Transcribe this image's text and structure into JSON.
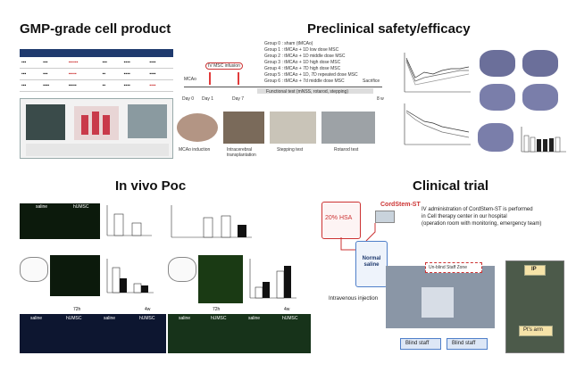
{
  "sections": {
    "gmp_title": "GMP-grade cell product",
    "preclinical_title": "Preclinical safety/efficacy",
    "invivo_title": "In vivo Poc",
    "clinical_title": "Clinical trial"
  },
  "preclinical": {
    "groups": [
      "Group 0 : sham (tMCAo)",
      "Group 1 : tMCAo + 1D low dose MSC",
      "Group 2 : tMCAo + 1D middle dose MSC",
      "Group 3 : tMCAo + 1D high dose MSC",
      "Group 4 : tMCAo + 7D high dose MSC",
      "Group 5 : tMCAo + 1D, 7D repeated dose MSC",
      "Group 6 : tMCAo + 7d middle dose MSC"
    ],
    "iv_label": "IV MSC infusion",
    "timeline": {
      "mcao": "MCAo",
      "day0": "Day 0",
      "day1": "Day 1",
      "day7": "Day 7",
      "sacrifice": "Sacrifice",
      "week8": "8 w",
      "functional": "Functional test (mNSS, rotarod, stepping)"
    },
    "photo_captions": [
      "MCAo induction",
      "Intracerebral transplantation",
      "Stepping test",
      "Rotarod test"
    ]
  },
  "invivo": {
    "panel_labels": {
      "saline": "saline",
      "husmsc": "hUMSC",
      "h72": "72h",
      "w4": "4w"
    }
  },
  "clinical": {
    "hsa": "20% HSA",
    "cordstem": "CordStem-ST",
    "note_lines": [
      "IV administration of CordStem-ST is performed",
      "in Cell therapy center in our hospital",
      "(operation room with monitoring, emergency team)"
    ],
    "normal_saline": "Normal saline",
    "intravenous": "Intravenous injection",
    "unblind_zone": "Un-blind Staff Zone",
    "ip": "IP",
    "pts_arm": "Pt's arm",
    "blind_staff_1": "Blind staff",
    "blind_staff_2": "Blind staff"
  },
  "colors": {
    "accent_red": "#e23b3b",
    "accent_blue": "#4f7fc9",
    "table_header": "#1f3a6e"
  }
}
